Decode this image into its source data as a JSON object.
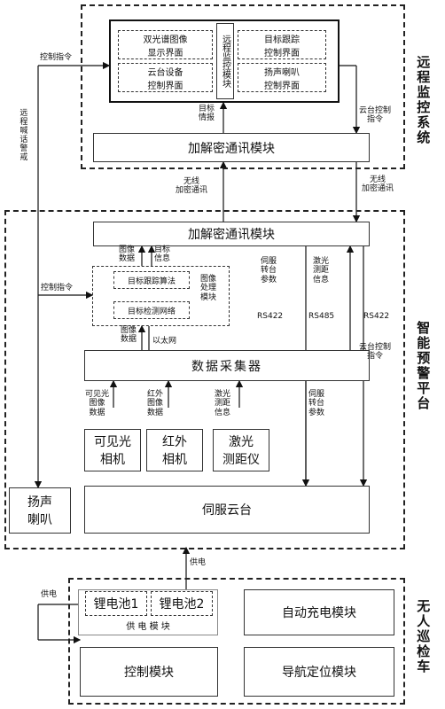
{
  "sections": {
    "remote_title": "远程监控系统",
    "platform_title": "智能预警平台",
    "vehicle_title": "无人巡检车"
  },
  "remote": {
    "dual_spectrum_ui": "双光谱图像\n显示界面",
    "ptz_ui": "云台设备\n控制界面",
    "remote_control_module": "远程监控模块",
    "target_track_ui": "目标跟踪\n控制界面",
    "speaker_ui": "扬声喇叭\n控制界面",
    "crypto_module": "加解密通讯模块"
  },
  "platform": {
    "crypto_module": "加解密通讯模块",
    "tracking_algo": "目标跟踪算法",
    "detection_net": "目标检测网络",
    "image_processing": "图像\n处理\n模块",
    "data_collector": "数据采集器",
    "visible_camera": "可见光\n相机",
    "ir_camera": "红外\n相机",
    "laser_ranger": "激光\n测距仪",
    "speaker": "扬声\n喇叭",
    "servo_ptz": "伺服云台"
  },
  "vehicle": {
    "battery1": "锂电池1",
    "battery2": "锂电池2",
    "power_module": "供 电 模 块",
    "auto_charge": "自动充电模块",
    "control_module": "控制模块",
    "nav_module": "导航定位模块"
  },
  "labels": {
    "control_cmd_top": "控制指令",
    "remote_shout": "远程喊话警戒",
    "target_info_top": "目标\n情报",
    "ptz_cmd_top": "云台控制\n指令",
    "wireless_left": "无线\n加密通讯",
    "wireless_right": "无线\n加密通讯",
    "image_data_up": "图像\n数据",
    "target_info_mid": "目标\n信息",
    "servo_params_top": "伺服\n转台\n参数",
    "laser_info_top": "激光\n测距\n信息",
    "control_cmd_mid": "控制指令",
    "rs422_left": "RS422",
    "rs485": "RS485",
    "rs422_right": "RS422",
    "image_data_low": "图像\n数据",
    "ethernet": "以太网",
    "ptz_cmd_mid": "云台控制\n指令",
    "visible_data": "可见光\n图像\n数据",
    "ir_data": "红外\n图像\n数据",
    "laser_data": "激光\n测距\n信息",
    "servo_params_low": "伺服\n转台\n参数",
    "power_up": "供电",
    "power_left": "供电"
  }
}
